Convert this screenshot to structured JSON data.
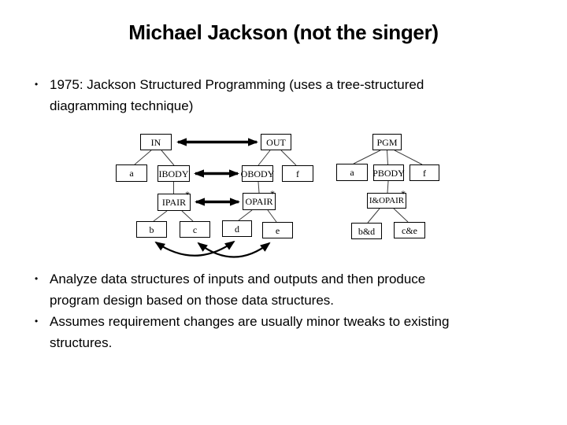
{
  "slide": {
    "title": "Michael Jackson (not the singer)",
    "bullet_char": "•",
    "bullets_top": [
      {
        "lines": [
          "1975: Jackson Structured Programming (uses a tree-structured",
          "diagramming technique)"
        ]
      }
    ],
    "bullets_bottom": [
      {
        "lines": [
          "Analyze data structures of inputs and outputs and then produce",
          "program design based on those data structures."
        ]
      },
      {
        "lines": [
          "Assumes requirement changes are usually minor tweaks to existing",
          "structures."
        ]
      }
    ]
  },
  "diagram": {
    "star": "*",
    "nodes": {
      "in": "IN",
      "out": "OUT",
      "pgm": "PGM",
      "a_left": "a",
      "ibody": "IBODY",
      "obody": "OBODY",
      "f_left": "f",
      "a_right": "a",
      "pbody": "PBODY",
      "f_right": "f",
      "ipair": "IPAIR",
      "opair": "OPAIR",
      "iopair": "I&OPAIR",
      "b": "b",
      "c": "c",
      "d": "d",
      "e": "e",
      "bd": "b&d",
      "ce": "c&e"
    }
  }
}
